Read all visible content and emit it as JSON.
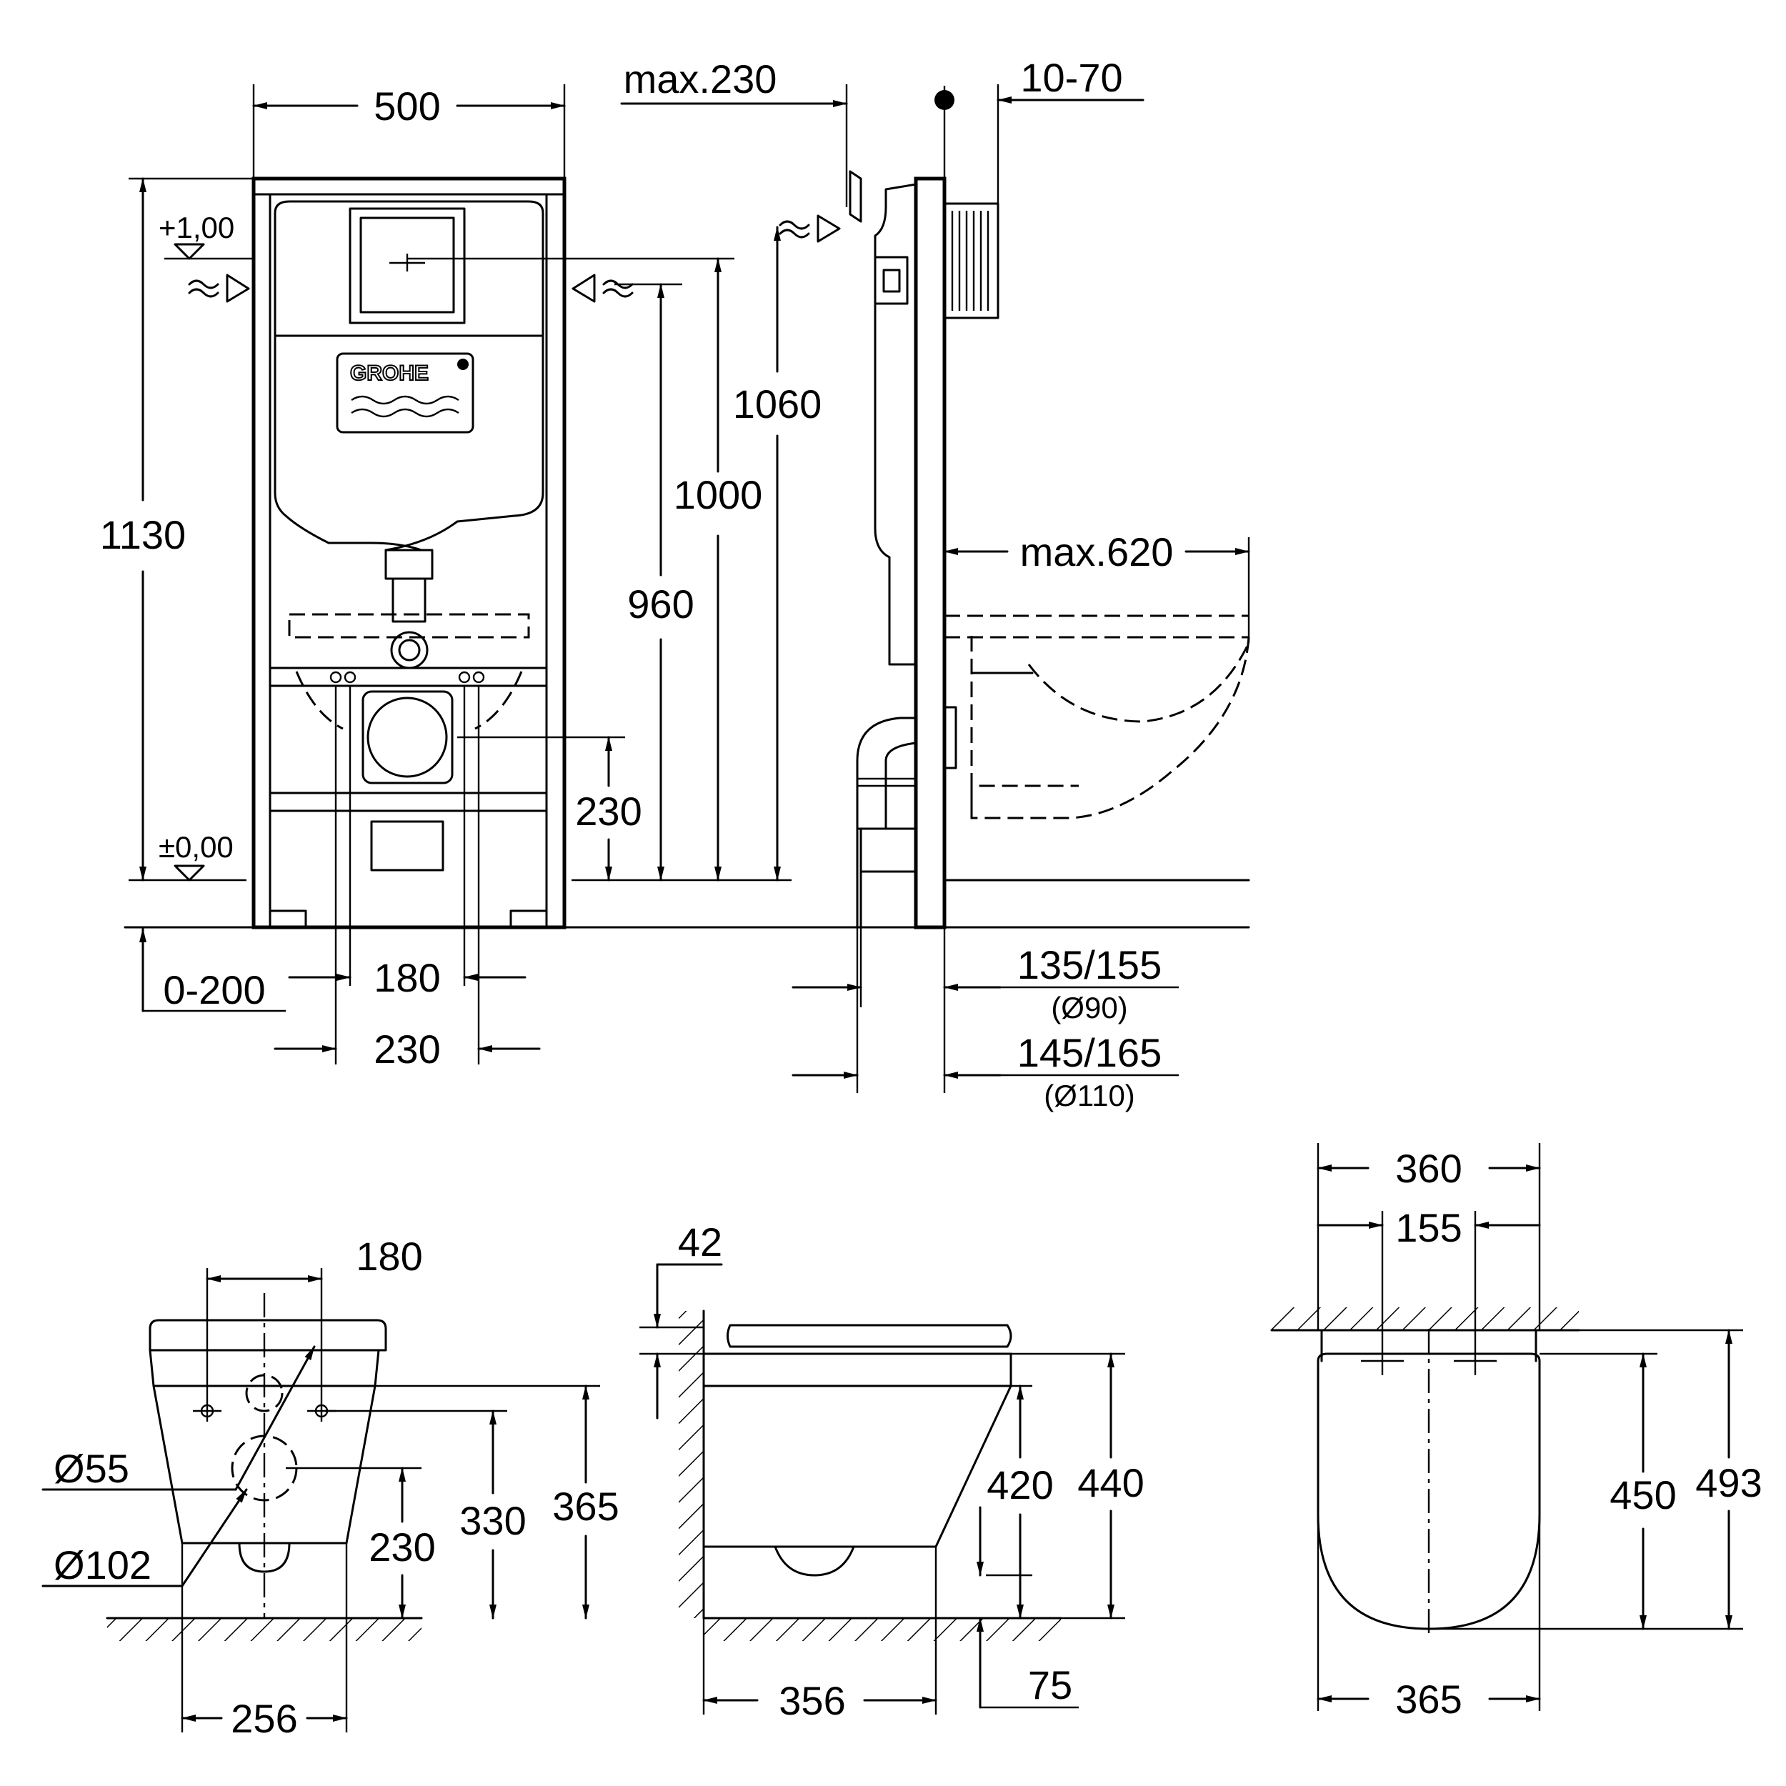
{
  "brand": "GROHE",
  "frame_front": {
    "width_label": "500",
    "height_label": "1130",
    "level_top": "+1,00",
    "level_zero": "±0,00",
    "h1060": "1060",
    "h1000": "1000",
    "h960": "960",
    "h230": "230",
    "floor_adjust": "0-200",
    "bolt_inner": "180",
    "bolt_outer": "230"
  },
  "frame_side": {
    "max_230": "max.230",
    "range_10_70": "10-70",
    "max_620": "max.620",
    "d1": "135/155",
    "d1_sub": "(Ø90)",
    "d2": "145/165",
    "d2_sub": "(Ø110)"
  },
  "pan_front": {
    "bolt_spacing": "180",
    "dia_small": "55",
    "dia_large": "102",
    "h230": "230",
    "h330": "330",
    "h365": "365",
    "width": "256"
  },
  "pan_side": {
    "seat_gap": "42",
    "h420": "420",
    "h440": "440",
    "depth": "356",
    "offset": "75"
  },
  "pan_top": {
    "width_top": "360",
    "bolt_spacing": "155",
    "h450": "450",
    "h493": "493",
    "width_bottom": "365"
  }
}
